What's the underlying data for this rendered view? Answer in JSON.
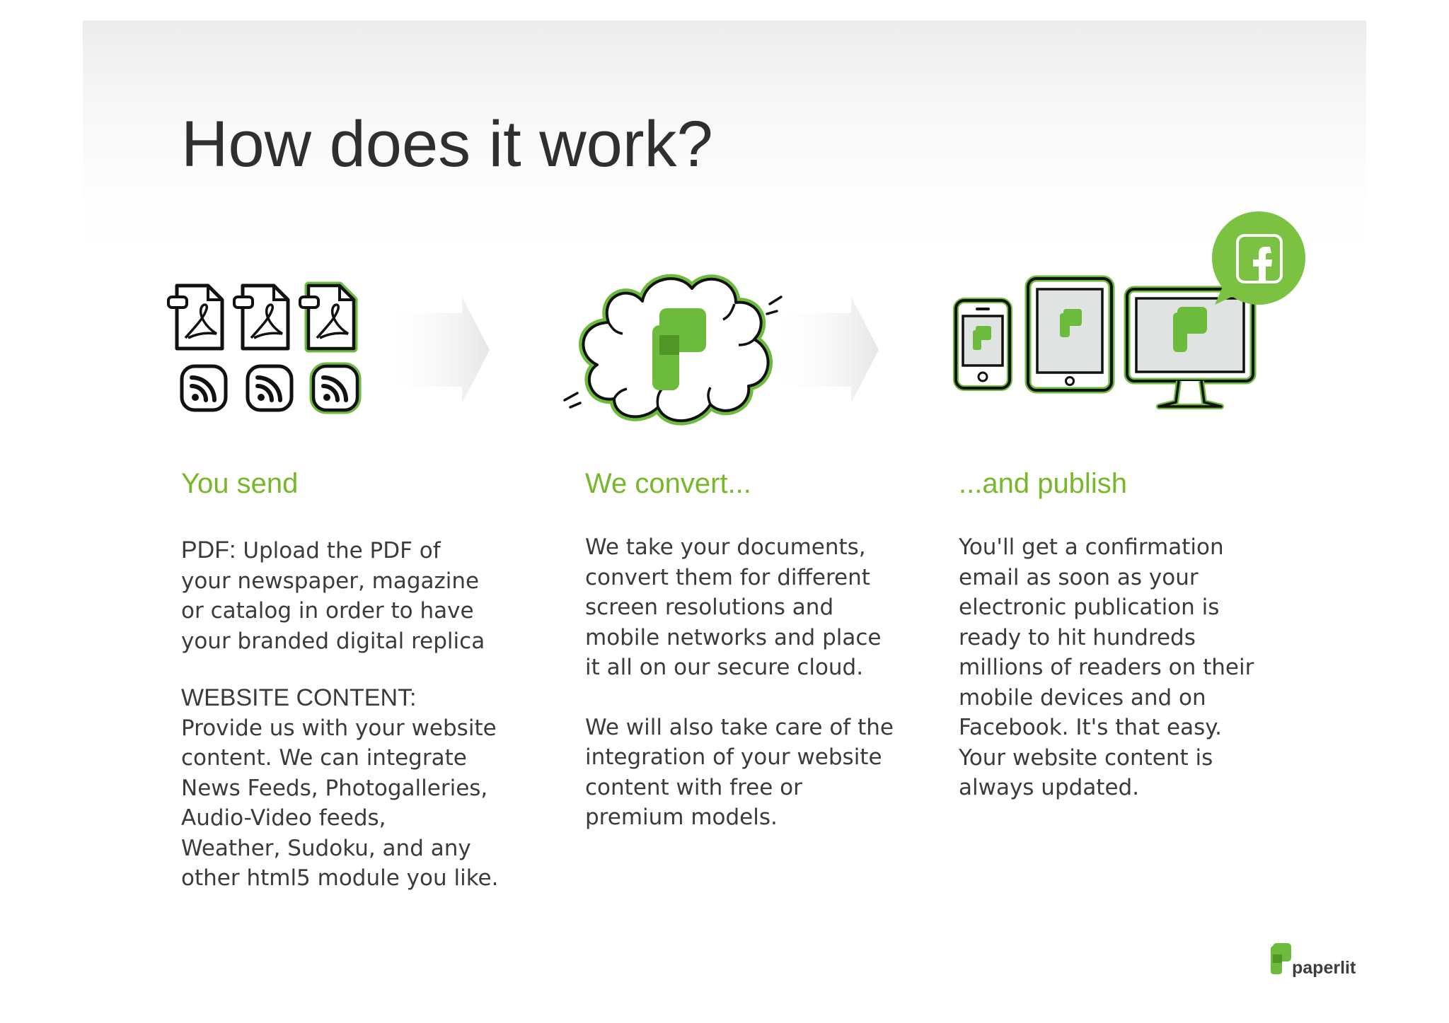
{
  "title": "How does it work?",
  "brand": {
    "logo_text": "paperlit",
    "accent": "#77b82a"
  },
  "columns": [
    {
      "heading": "You send",
      "pdf_label": "PDF:",
      "pdf_lines": [
        "Upload the PDF of",
        "your newspaper, magazine",
        "or catalog in order to have",
        "your branded digital replica"
      ],
      "web_label": "WEBSITE CONTENT:",
      "web_lines": [
        "Provide us with your website",
        "content. We can integrate",
        "News Feeds, Photogalleries,",
        "Audio-Video feeds,",
        "Weather, Sudoku, and any",
        "other html5 module you like."
      ]
    },
    {
      "heading": "We convert...",
      "para1": [
        "We take your documents,",
        "convert them for different",
        "screen resolutions and",
        "mobile networks and place",
        "it all on our secure cloud."
      ],
      "para2": [
        "We will also take care of the",
        "integration of your website",
        "content with free or",
        "premium models."
      ]
    },
    {
      "heading": "...and publish",
      "para1": [
        "You'll get a confirmation",
        "email as soon as your",
        "electronic publication is",
        "ready to hit hundreds",
        "millions of readers on their",
        "mobile devices and on",
        "Facebook. It's that easy.",
        "Your website content is",
        "always updated."
      ]
    }
  ],
  "icons": {
    "send": [
      "pdf-file-icon",
      "rss-feed-icon"
    ],
    "convert": "cloud-logo-icon",
    "publish": [
      "smartphone-icon",
      "tablet-icon",
      "desktop-monitor-icon",
      "facebook-icon"
    ]
  }
}
